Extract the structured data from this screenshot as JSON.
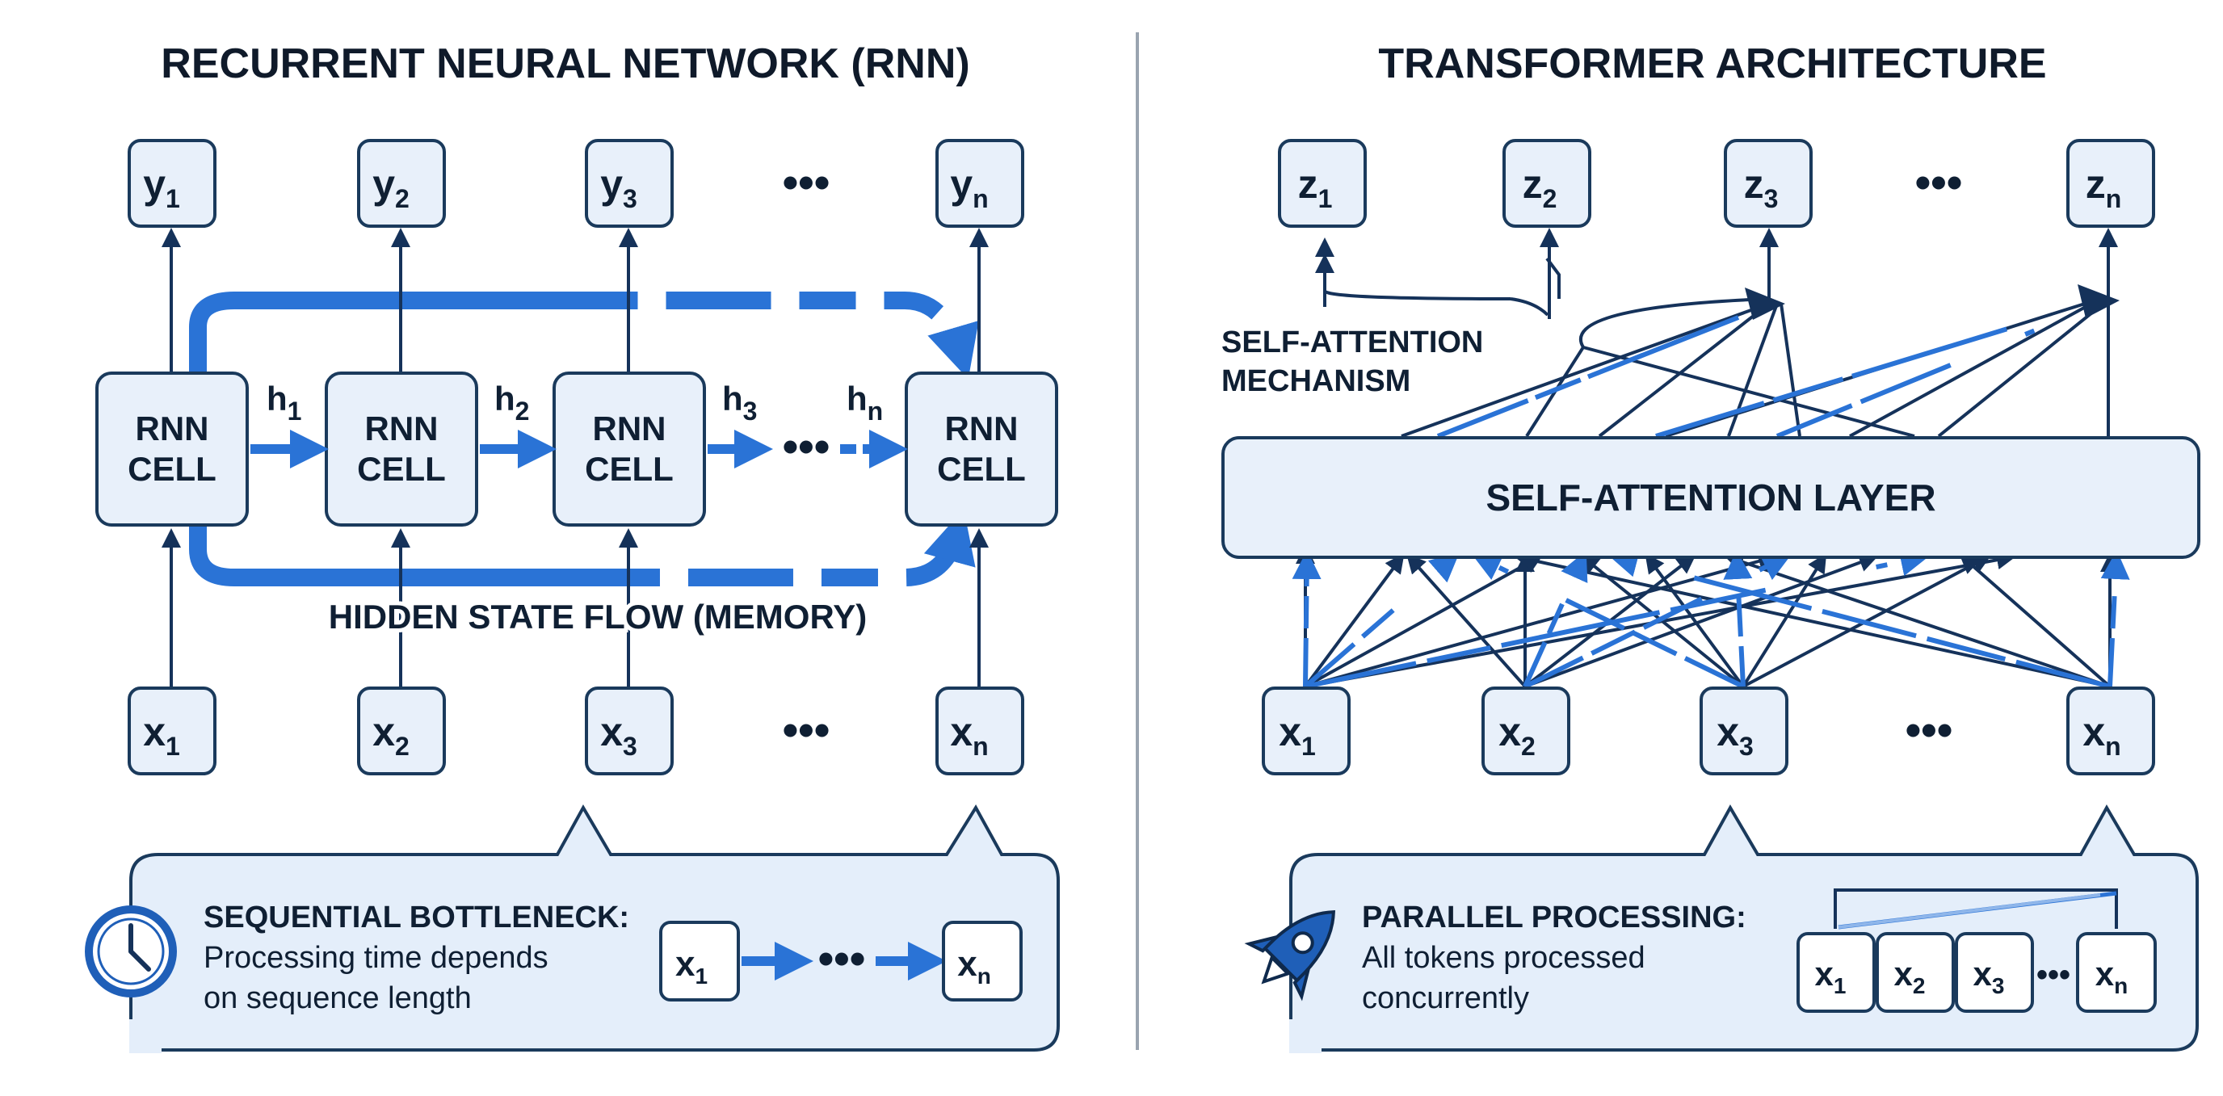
{
  "rnn": {
    "title": "RECURRENT NEURAL NETWORK (RNN)",
    "outputs": [
      {
        "base": "y",
        "sub": "1"
      },
      {
        "base": "y",
        "sub": "2"
      },
      {
        "base": "y",
        "sub": "3"
      },
      {
        "base": "y",
        "sub": "n"
      }
    ],
    "inputs": [
      {
        "base": "x",
        "sub": "1"
      },
      {
        "base": "x",
        "sub": "2"
      },
      {
        "base": "x",
        "sub": "3"
      },
      {
        "base": "x",
        "sub": "n"
      }
    ],
    "cell_line1": "RNN",
    "cell_line2": "CELL",
    "hidden_states": [
      {
        "base": "h",
        "sub": "1"
      },
      {
        "base": "h",
        "sub": "2"
      },
      {
        "base": "h",
        "sub": "3"
      },
      {
        "base": "h",
        "sub": "n"
      }
    ],
    "ellipsis": "•••",
    "flow_label": "HIDDEN STATE FLOW (MEMORY)",
    "note": {
      "icon": "clock-icon",
      "heading": "SEQUENTIAL BOTTLENECK:",
      "body_line1": "Processing time depends",
      "body_line2": "on sequence length",
      "seq_start": {
        "base": "x",
        "sub": "1"
      },
      "seq_end": {
        "base": "x",
        "sub": "n"
      }
    }
  },
  "transformer": {
    "title": "TRANSFORMER ARCHITECTURE",
    "outputs": [
      {
        "base": "z",
        "sub": "1"
      },
      {
        "base": "z",
        "sub": "2"
      },
      {
        "base": "z",
        "sub": "3"
      },
      {
        "base": "z",
        "sub": "n"
      }
    ],
    "inputs": [
      {
        "base": "x",
        "sub": "1"
      },
      {
        "base": "x",
        "sub": "2"
      },
      {
        "base": "x",
        "sub": "3"
      },
      {
        "base": "x",
        "sub": "n"
      }
    ],
    "mechanism_line1": "SELF-ATTENTION",
    "mechanism_line2": "MECHANISM",
    "layer_label": "SELF-ATTENTION LAYER",
    "ellipsis": "•••",
    "note": {
      "icon": "rocket-icon",
      "heading": "PARALLEL PROCESSING:",
      "body_line1": "All tokens processed",
      "body_line2": "concurrently",
      "tokens": [
        {
          "base": "x",
          "sub": "1"
        },
        {
          "base": "x",
          "sub": "2"
        },
        {
          "base": "x",
          "sub": "3"
        },
        {
          "base": "x",
          "sub": "n"
        }
      ]
    }
  },
  "colors": {
    "box_fill": "#e8f0fa",
    "box_stroke": "#1a3a5c",
    "dark_arrow": "#15325a",
    "blue_arrow": "#2a73d6",
    "note_fill": "#e4eefa",
    "divider": "#9aa4b0"
  }
}
